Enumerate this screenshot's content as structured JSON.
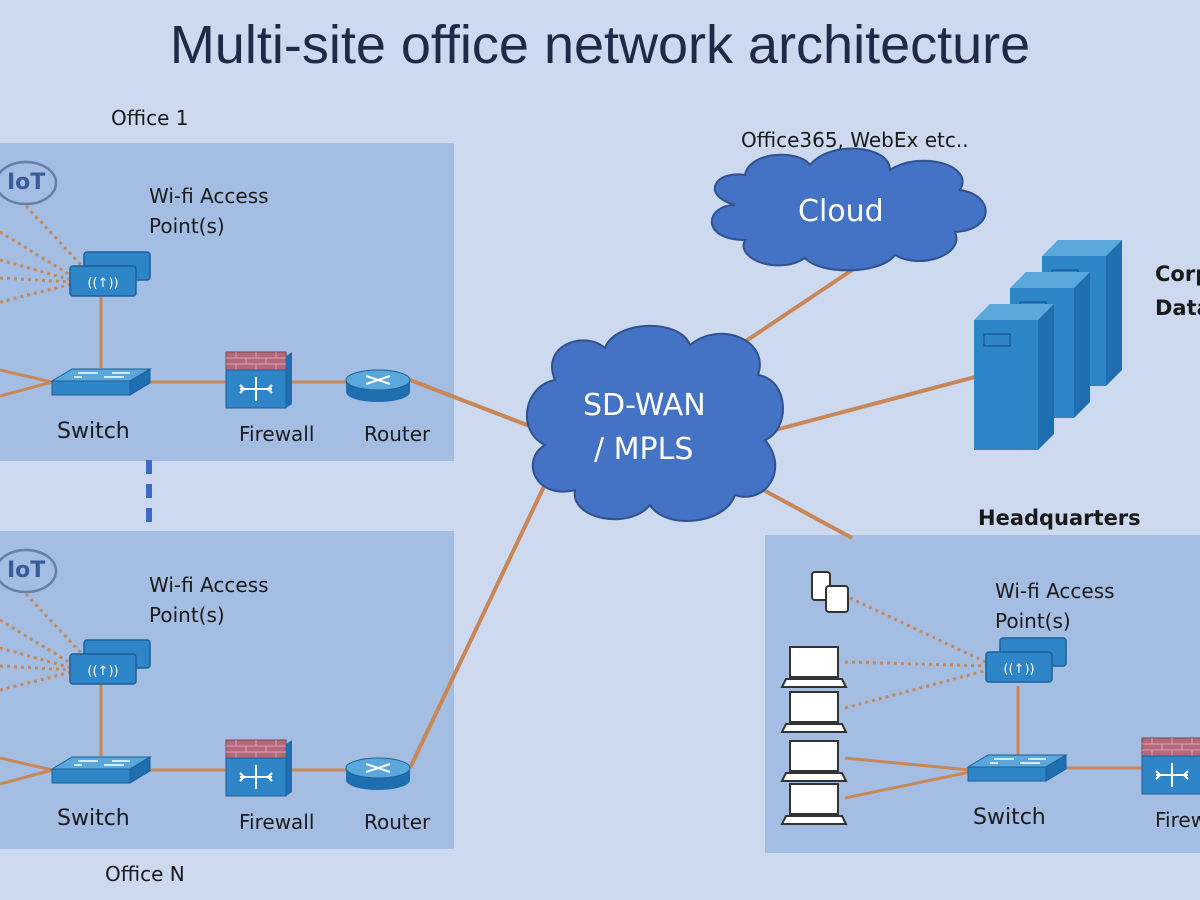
{
  "title": "Multi-site office network architecture",
  "colors": {
    "background": "#cdd9ef",
    "panel": "#a4bde3",
    "link": "#c88757",
    "device_blue": "#2e86c8",
    "cloud_blue": "#4472c4",
    "firewall_red": "#b5687a",
    "dashed_blue": "#3a6bc4"
  },
  "office1": {
    "label": "Office 1",
    "iot": "IoT",
    "wifi_label_1": "Wi-fi Access",
    "wifi_label_2": "Point(s)",
    "switch": "Switch",
    "firewall": "Firewall",
    "router": "Router"
  },
  "officeN": {
    "label": "Office N",
    "iot": "IoT",
    "wifi_label_1": "Wi-fi Access",
    "wifi_label_2": "Point(s)",
    "switch": "Switch",
    "firewall": "Firewall",
    "router": "Router"
  },
  "cloud": {
    "label": "Cloud",
    "services": "Office365, WebEx etc.."
  },
  "wan": {
    "label_1": "SD-WAN",
    "label_2": "/ MPLS"
  },
  "datacenter": {
    "label_1": "Corp",
    "label_2": "Data"
  },
  "headquarters": {
    "label": "Headquarters",
    "wifi_label_1": "Wi-fi Access",
    "wifi_label_2": "Point(s)",
    "switch": "Switch",
    "firewall": "Firew"
  },
  "icons": [
    "iot-icon",
    "wifi-access-point-icon",
    "switch-icon",
    "firewall-icon",
    "router-icon",
    "cloud-icon",
    "server-icon",
    "tablet-icon",
    "laptop-icon"
  ]
}
